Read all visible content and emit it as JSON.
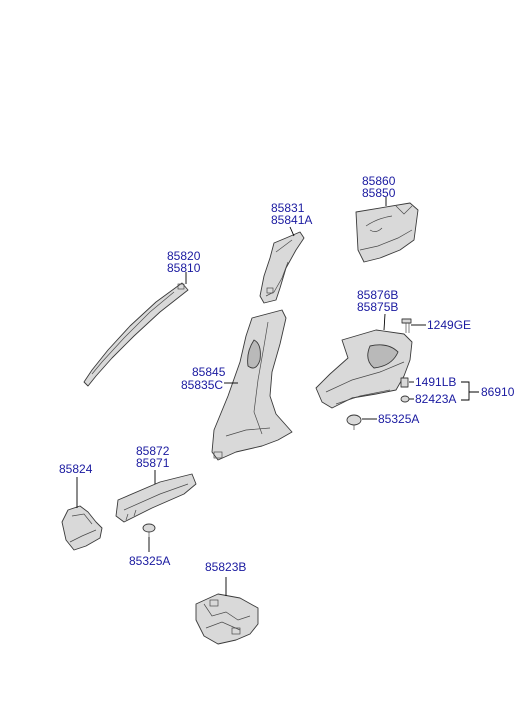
{
  "labels": {
    "l85860": "85860",
    "l85850": "85850",
    "l85831": "85831",
    "l85841A": "85841A",
    "l85820": "85820",
    "l85810": "85810",
    "l85876B": "85876B",
    "l85875B": "85875B",
    "l1249GE": "1249GE",
    "l85845": "85845",
    "l85835C": "85835C",
    "l1491LB": "1491LB",
    "l86910": "86910",
    "l82423A": "82423A",
    "l85325A_right": "85325A",
    "l85872": "85872",
    "l85871": "85871",
    "l85824": "85824",
    "l85325A_left": "85325A",
    "l85823B": "85823B"
  },
  "colors": {
    "label": "#1a1aa0",
    "part_fill": "#d9d9d9",
    "line": "#000000"
  }
}
